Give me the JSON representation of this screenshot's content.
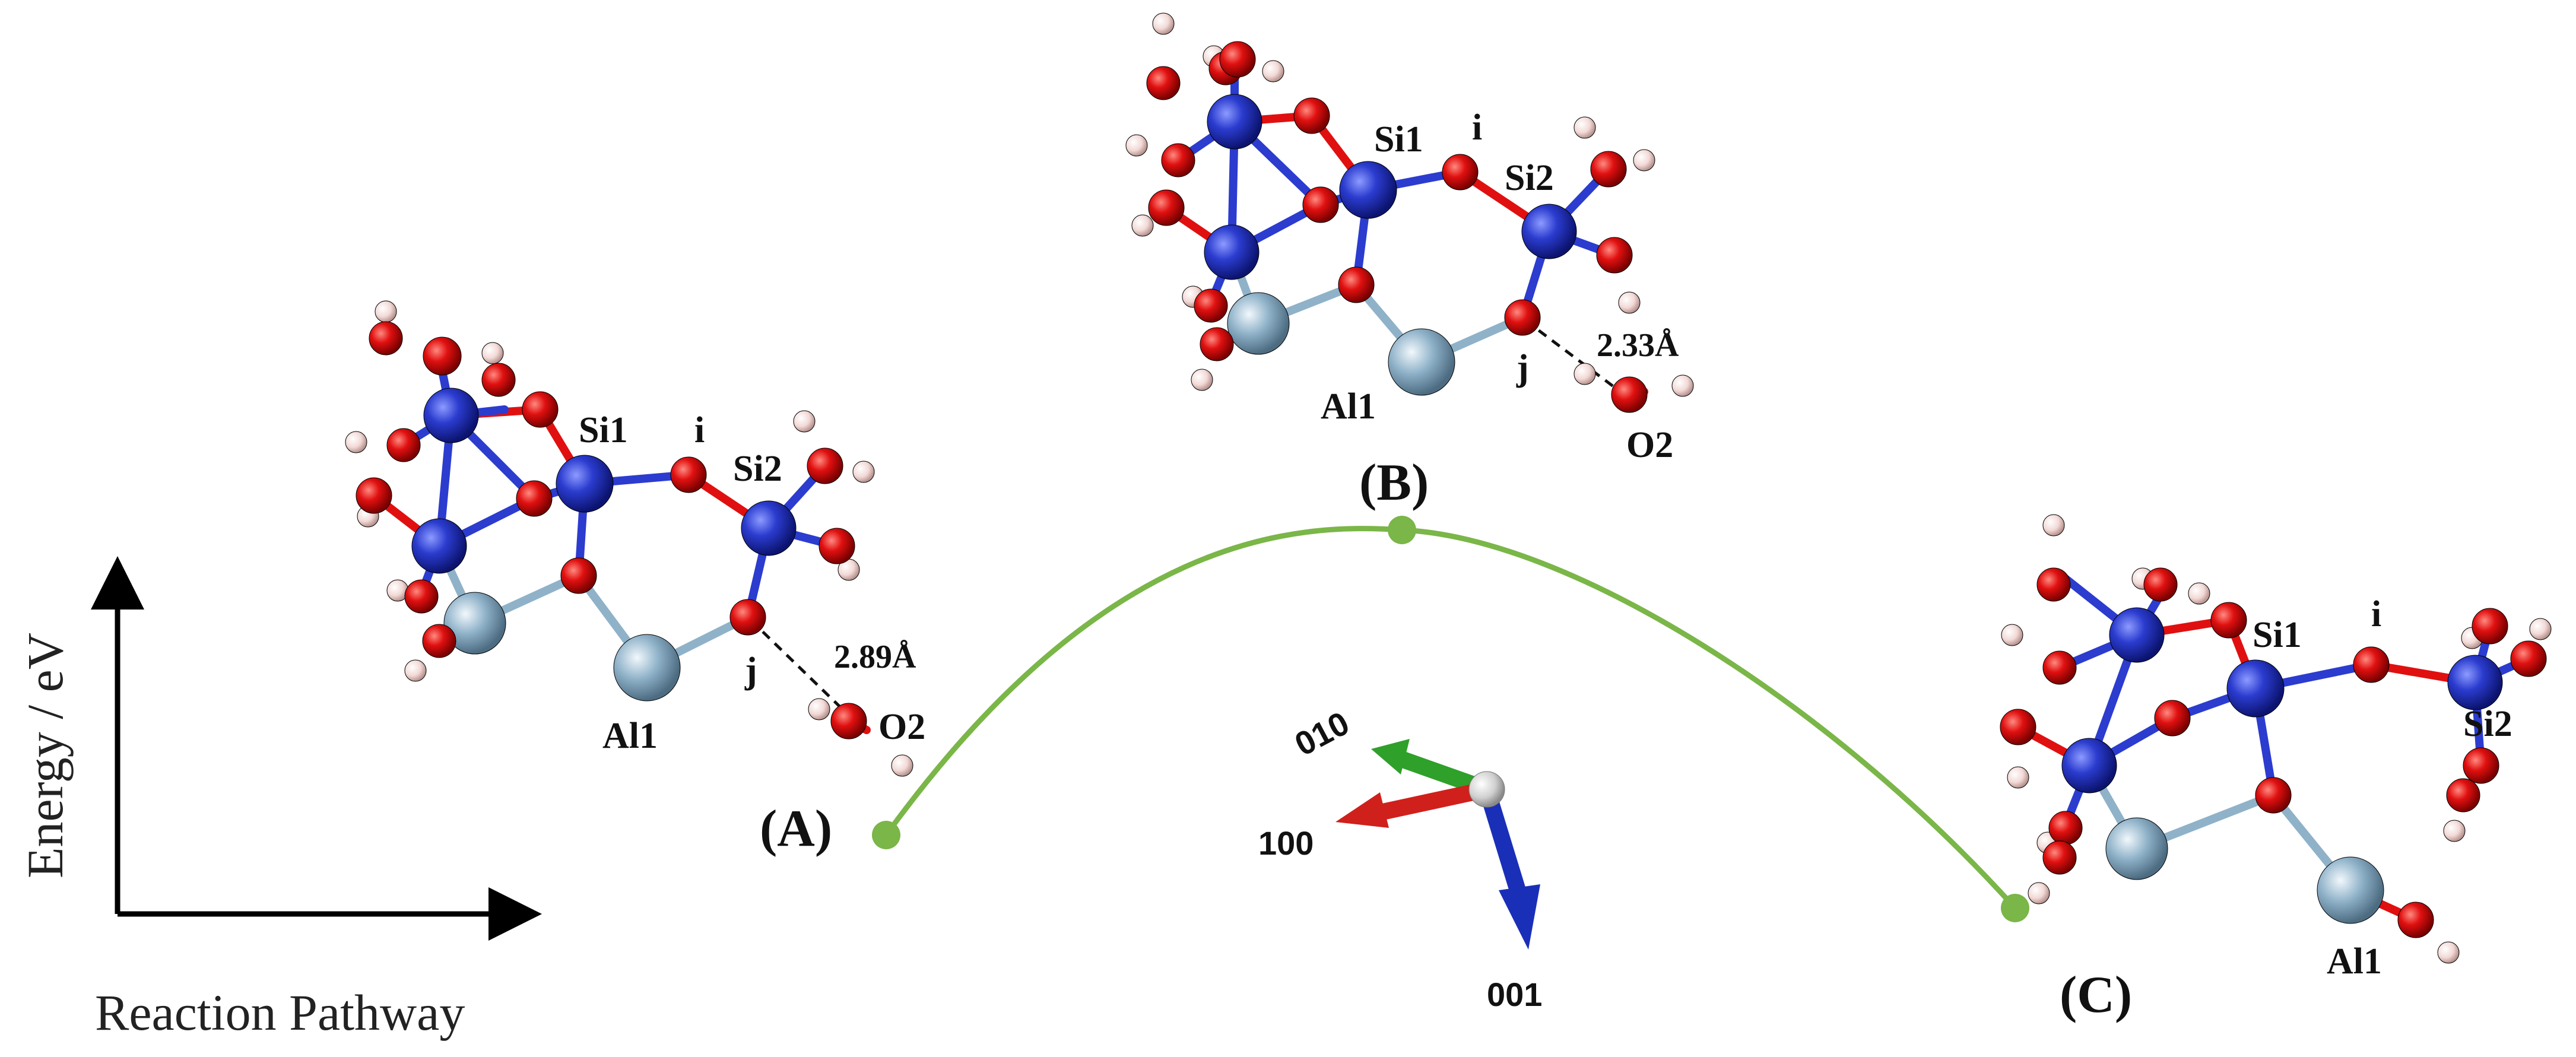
{
  "axes": {
    "y_label": "Energy / eV",
    "x_label": "Reaction Pathway"
  },
  "states": [
    {
      "label": "(A)",
      "atoms": {
        "si1": "Si1",
        "si2": "Si2",
        "al1": "Al1",
        "o2": "O2",
        "i": "i",
        "j": "j"
      },
      "distance": "2.89Å"
    },
    {
      "label": "(B)",
      "atoms": {
        "si1": "Si1",
        "si2": "Si2",
        "al1": "Al1",
        "o2": "O2",
        "i": "i",
        "j": "j"
      },
      "distance": "2.33Å"
    },
    {
      "label": "(C)",
      "atoms": {
        "si1": "Si1",
        "si2": "Si2",
        "al1": "Al1",
        "i": "i"
      }
    }
  ],
  "orientation": {
    "x_dir": "100",
    "y_dir": "010",
    "z_dir": "001"
  },
  "colors": {
    "silicon": "#2b3ccf",
    "oxygen": "#e01010",
    "aluminum": "#8fb2c9",
    "hydrogen": "#f2d9d6",
    "pathway": "#7ab648",
    "axis_x": "#d0201c",
    "axis_y": "#2fa02a",
    "axis_z": "#1a2fb8"
  }
}
